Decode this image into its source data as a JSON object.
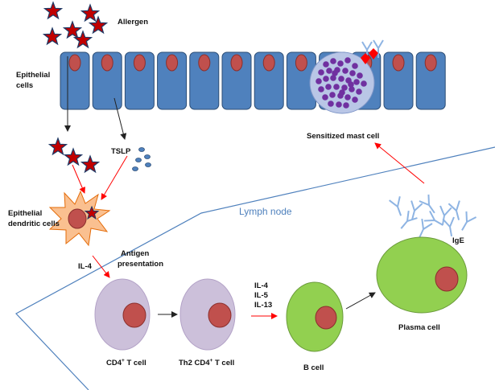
{
  "labels": {
    "allergen": "Allergen",
    "epithelial_cells_line1": "Epithelial",
    "epithelial_cells_line2": "cells",
    "tslp": "TSLP",
    "sensitized_mast_cell": "Sensitized mast cell",
    "epithelial_dc_line1": "Epithelial",
    "epithelial_dc_line2": "dendritic cells",
    "lymph_node": "Lymph node",
    "antigen_line1": "Antigen",
    "antigen_line2": "presentation",
    "il4_left": "IL-4",
    "ige": "IgE",
    "cd4_t_cell": "CD4",
    "cd4_t_cell_sup": "+",
    "cd4_t_cell_suffix": " T cell",
    "th2_cd4_t_cell": "Th2 CD4",
    "th2_sup": "+",
    "th2_suffix": " T cell",
    "cytokine_1": "IL-4",
    "cytokine_2": "IL-5",
    "cytokine_3": "IL-13",
    "b_cell": "B cell",
    "plasma_cell": "Plasma cell"
  },
  "colors": {
    "epithelial_fill": "#4f81bd",
    "epithelial_stroke": "#2c4d75",
    "nucleus": "#c0504d",
    "allergen_star": "#c00000",
    "allergen_star_edge": "#1f3864",
    "mast_cell_fill": "#b9c6e6",
    "granule": "#7030a0",
    "t_cell_fill": "#ccc0da",
    "b_cell_fill": "#92d050",
    "dendritic_fill": "#fac090",
    "red_arrow": "#ff0000",
    "lymph_line": "#4f81bd",
    "antibody": "#8eb4e3"
  }
}
